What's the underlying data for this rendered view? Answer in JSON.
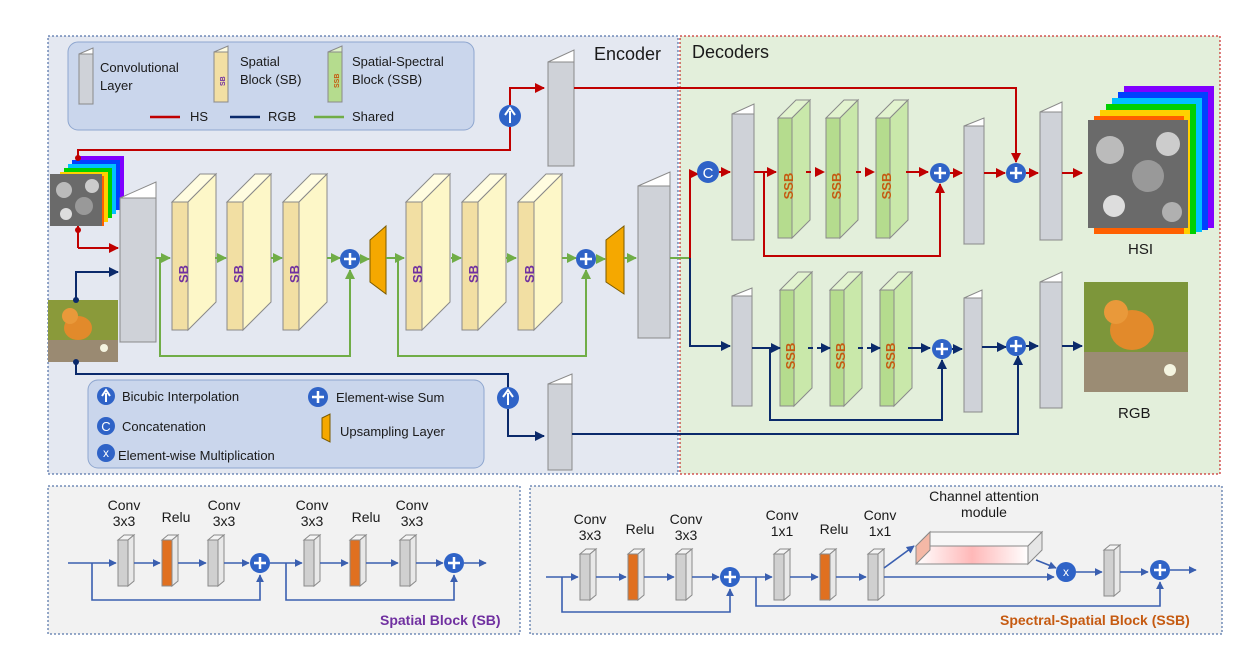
{
  "encoder": {
    "title": "Encoder"
  },
  "decoders": {
    "title": "Decoders"
  },
  "legend_top": {
    "conv_label": "Convolutional\nLayer",
    "sb_label": "Spatial\nBlock (SB)",
    "ssb_label": "Spatial-Spectral\nBlock (SSB)",
    "sb_tag": "SB",
    "ssb_tag": "SSB",
    "hs": "HS",
    "rgb": "RGB",
    "shared": "Shared"
  },
  "legend_bottom": {
    "bicubic": "Bicubic Interpolation",
    "sum": "Element-wise Sum",
    "concat": "Concatenation",
    "concat_symbol": "C",
    "upsampling": "Upsampling Layer",
    "mult": "Element-wise  Multiplication",
    "mult_symbol": "x"
  },
  "blocks": {
    "sb": "SB",
    "ssb": "SSB"
  },
  "outputs": {
    "hsi": "HSI",
    "rgb": "RGB"
  },
  "sb_panel": {
    "title": "Spatial Block (SB)",
    "conv3": "Conv\n3x3",
    "relu": "Relu"
  },
  "ssb_panel": {
    "title": "Spectral-Spatial Block (SSB)",
    "conv3": "Conv\n3x3",
    "conv1": "Conv\n1x1",
    "relu": "Relu",
    "attention": "Channel attention\nmodule"
  },
  "colors": {
    "hs": "#c00000",
    "rgb": "#0b2a6b",
    "shared": "#70ad47",
    "sb_block": "#fdf5c0",
    "ssb_block": "#c6e6a6",
    "node": "#2f63c7",
    "upsample": "#f5a800",
    "relu": "#e07020",
    "sb_title": "#7030a0",
    "ssb_title": "#c55a11"
  }
}
